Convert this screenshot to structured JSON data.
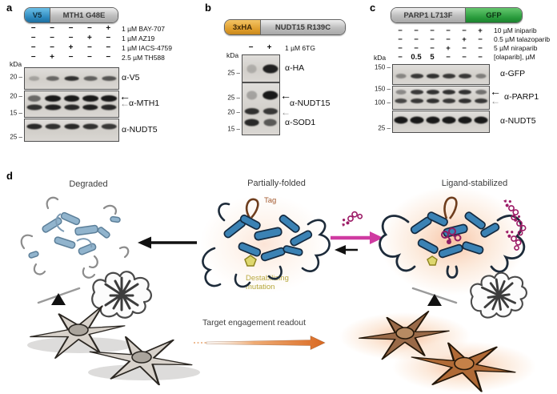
{
  "colors": {
    "v5_blue": "#2a86bb",
    "ha_orange": "#dd9a28",
    "gfp_green": "#27993a",
    "construct_gray": "#bdbdbd",
    "stabilization_magenta": "#cf3ba1",
    "readout_orange": "#d96820",
    "tag_brown": "#a0552a",
    "mutation_olive": "#b1a433",
    "cell_brown": "#b06a36",
    "helix_blue": "#3b82b4"
  },
  "panels": {
    "a": {
      "label": "a",
      "construct": {
        "tag": "V5",
        "body": "MTH1 G48E"
      },
      "kda_unit": "kDa",
      "treatments": [
        {
          "label": "1 µM BAY-707",
          "lanes": [
            "−",
            "−",
            "−",
            "−",
            "+"
          ]
        },
        {
          "label": "1 µM AZ19",
          "lanes": [
            "−",
            "−",
            "−",
            "+",
            "−"
          ]
        },
        {
          "label": "1 µM IACS-4759",
          "lanes": [
            "−",
            "−",
            "+",
            "−",
            "−"
          ]
        },
        {
          "label": "2.5 µM TH588",
          "lanes": [
            "−",
            "+",
            "−",
            "−",
            "−"
          ]
        }
      ],
      "blots": [
        {
          "antibody": "α-V5",
          "markers": [
            {
              "kda": "20",
              "y": 0.42
            }
          ],
          "rows": [
            {
              "y": 0.5,
              "h": 6,
              "bands": [
                0.12,
                0.5,
                0.85,
                0.55,
                0.62
              ]
            }
          ]
        },
        {
          "antibody": "α-MTH1",
          "markers": [
            {
              "kda": "20",
              "y": 0.18
            },
            {
              "kda": "15",
              "y": 0.85
            }
          ],
          "rows": [
            {
              "y": 0.27,
              "h": 8,
              "bands": [
                0.5,
                1,
                1,
                1,
                1
              ]
            },
            {
              "y": 0.64,
              "h": 7,
              "bands": [
                0.85,
                0.95,
                0.9,
                0.95,
                0.9
              ]
            }
          ],
          "arrows": [
            {
              "color": "black",
              "y": 0.18
            },
            {
              "color": "gray",
              "y": 0.47
            }
          ]
        },
        {
          "antibody": "α-NUDT5",
          "markers": [
            {
              "kda": "25",
              "y": 0.8
            }
          ],
          "rows": [
            {
              "y": 0.35,
              "h": 7,
              "bands": [
                0.9,
                0.85,
                0.9,
                0.85,
                0.8
              ]
            }
          ]
        }
      ]
    },
    "b": {
      "label": "b",
      "construct": {
        "tag": "3xHA",
        "body": "NUDT15 R139C"
      },
      "kda_unit": "kDa",
      "treatments": [
        {
          "label": "1 µM 6TG",
          "lanes": [
            "−",
            "+"
          ]
        }
      ],
      "blots": [
        {
          "antibody": "α-HA",
          "markers": [
            {
              "kda": "25",
              "y": 0.66
            }
          ],
          "rows": [
            {
              "y": 0.5,
              "h": 11,
              "bands": [
                0.05,
                0.95
              ]
            }
          ]
        },
        {
          "antibody": "α-NUDT15",
          "antibody2": "α-SOD1",
          "markers": [
            {
              "kda": "25",
              "y": 0.28
            },
            {
              "kda": "20",
              "y": 0.56
            },
            {
              "kda": "15",
              "y": 0.89
            }
          ],
          "rows": [
            {
              "y": 0.23,
              "h": 11,
              "bands": [
                0.15,
                1
              ]
            },
            {
              "y": 0.55,
              "h": 8,
              "bands": [
                0.85,
                0.8
              ]
            },
            {
              "y": 0.76,
              "h": 9,
              "bands": [
                0.9,
                0.6
              ]
            }
          ],
          "arrows": [
            {
              "color": "black",
              "y": 0.23
            },
            {
              "color": "gray",
              "y": 0.56
            }
          ]
        }
      ]
    },
    "c": {
      "label": "c",
      "construct": {
        "body": "PARP1 L713F",
        "tag": "GFP"
      },
      "kda_unit": "kDa",
      "treatments": [
        {
          "label": "10 µM iniparib",
          "lanes": [
            "−",
            "−",
            "−",
            "−",
            "−",
            "+"
          ]
        },
        {
          "label": "0.5 µM talazoparib",
          "lanes": [
            "−",
            "−",
            "−",
            "−",
            "+",
            "−"
          ]
        },
        {
          "label": "5 µM niraparib",
          "lanes": [
            "−",
            "−",
            "−",
            "+",
            "−",
            "−"
          ]
        },
        {
          "label": "[olaparib], µM",
          "lanes": [
            "−",
            "0.5",
            "5",
            "−",
            "−",
            "−"
          ]
        }
      ],
      "blots": [
        {
          "antibody": "α-GFP",
          "markers": [
            {
              "kda": "150",
              "y": 0.12
            }
          ],
          "rows": [
            {
              "y": 0.58,
              "h": 6,
              "bands": [
                0.3,
                0.8,
                0.85,
                0.8,
                0.8,
                0.35
              ]
            }
          ]
        },
        {
          "antibody": "α-PARP1",
          "markers": [
            {
              "kda": "150",
              "y": 0.12
            },
            {
              "kda": "100",
              "y": 0.73
            }
          ],
          "rows": [
            {
              "y": 0.26,
              "h": 6,
              "bands": [
                0.3,
                0.8,
                0.85,
                0.85,
                0.85,
                0.45
              ]
            },
            {
              "y": 0.64,
              "h": 6,
              "bands": [
                0.7,
                0.8,
                0.85,
                0.8,
                0.85,
                0.8
              ]
            }
          ],
          "arrows": [
            {
              "color": "black",
              "y": 0.2
            },
            {
              "color": "gray",
              "y": 0.66
            }
          ]
        },
        {
          "antibody": "α-NUDT5",
          "markers": [
            {
              "kda": "25",
              "y": 0.8
            }
          ],
          "rows": [
            {
              "y": 0.42,
              "h": 9,
              "bands": [
                1,
                1,
                1,
                1,
                1,
                1
              ]
            }
          ]
        }
      ]
    },
    "d": {
      "label": "d",
      "states": {
        "left": "Degraded",
        "center": "Partially-folded",
        "right": "Ligand-stabilized"
      },
      "tag_label": "Tag",
      "mutation_label_line1": "Destabilizing",
      "mutation_label_line2": "mutation",
      "readout_label": "Target engagement readout"
    }
  }
}
